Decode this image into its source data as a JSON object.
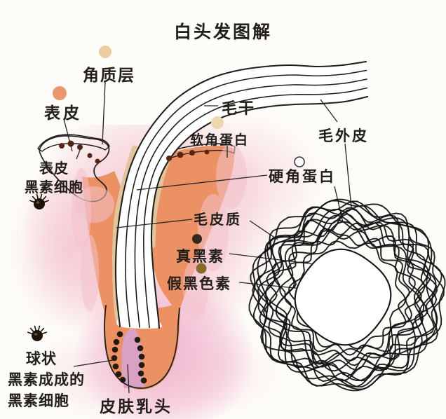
{
  "title": "白头发图解",
  "labels": {
    "stratum_corneum": "角质层",
    "epidermis": "表皮",
    "epidermal_melanocytes": {
      "line1": "表皮",
      "line2": "黑素细胞"
    },
    "hair_shaft": "毛干",
    "soft_keratin": "软角蛋白",
    "hair_cuticle": "毛外皮",
    "hard_keratin": "硬角蛋白",
    "hair_cortex": "毛皮质",
    "eumelanin": "真黑素",
    "pheomelanin": "假黑色素",
    "bulb_melanocytes": {
      "line1": "球状",
      "line2": "黑素成成的",
      "line3": "黑素细胞"
    },
    "dermal_papilla": "皮肤乳头"
  },
  "colors": {
    "background": "#fdfcf9",
    "ink": "#221f1a",
    "line": "#2b2824",
    "skin": "#ec9164",
    "cream": "#e0c59d",
    "blush": "#f3c2cc",
    "blush_deep": "#eea8ca",
    "papilla": "#d9a2c4",
    "melanocyte_dot": "#241a10",
    "junction_dot": "#5a2413",
    "eumelanin_granule": "#33281a",
    "pheomelanin_granule": "#8a6a2a",
    "pale_dot_tan": "#eacda0",
    "pale_dot_salmon": "#e9976c"
  }
}
